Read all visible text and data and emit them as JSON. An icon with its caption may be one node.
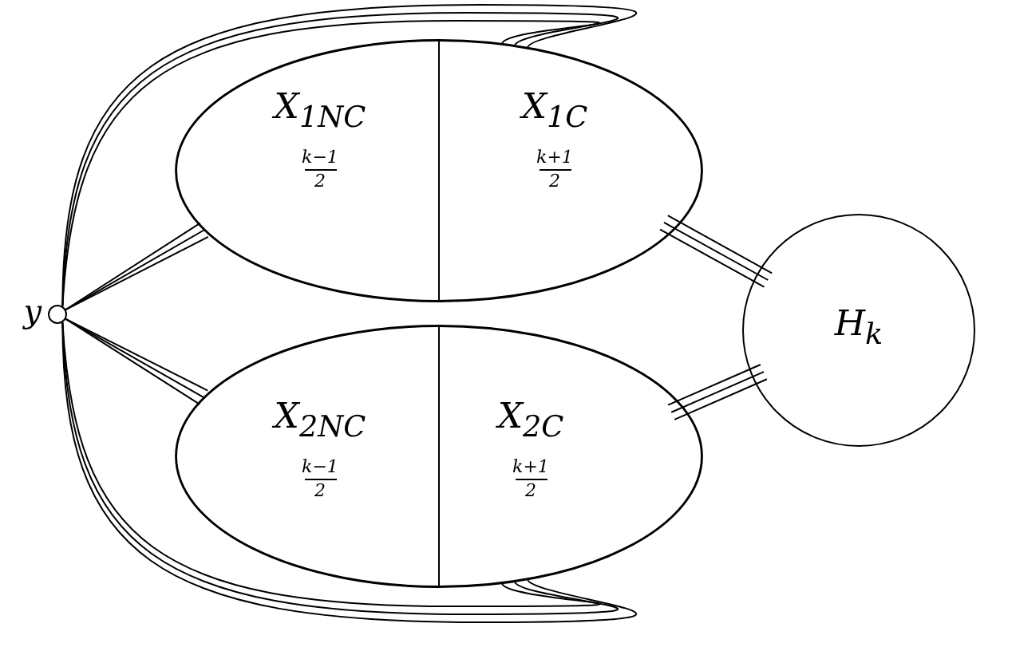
{
  "diagram": {
    "nodes": [
      {
        "text": [],
        "shape": "circle",
        "beside": [
          "y"
        ]
      },
      {
        "text": [],
        "shape": "ellipse"
      },
      {
        "text": [
          "X$_{1NC}$",
          "k−1",
          "2"
        ],
        "in": 1
      },
      {
        "text": [
          "X$_{1C}$",
          "k+1",
          "2"
        ],
        "in": 1
      },
      {
        "text": [],
        "shape": "ellipse"
      },
      {
        "text": [
          "X$_{2NC}$",
          "k−1",
          "2"
        ],
        "in": 4
      },
      {
        "text": [
          "X$_{2C}$",
          "k+1",
          "2"
        ],
        "in": 4
      },
      {
        "text": [
          "H$_{k}$"
        ]
      }
    ],
    "edges": [
      {
        "from": 0,
        "to": 2,
        "arrow": "none"
      },
      {
        "from": 0,
        "to": 2,
        "arrow": "none"
      },
      {
        "from": 0,
        "to": 2,
        "arrow": "none"
      },
      {
        "from": 0,
        "to": 3,
        "arrow": "none"
      },
      {
        "from": 0,
        "to": 3,
        "arrow": "none"
      },
      {
        "from": 0,
        "to": 3,
        "arrow": "none"
      },
      {
        "from": 0,
        "to": 5,
        "arrow": "none"
      },
      {
        "from": 0,
        "to": 5,
        "arrow": "none"
      },
      {
        "from": 0,
        "to": 5,
        "arrow": "none"
      },
      {
        "from": 0,
        "to": 6,
        "arrow": "none"
      },
      {
        "from": 0,
        "to": 6,
        "arrow": "none"
      },
      {
        "from": 0,
        "to": 6,
        "arrow": "none"
      },
      {
        "from": 3,
        "to": 7,
        "arrow": "none"
      },
      {
        "from": 3,
        "to": 7,
        "arrow": "none"
      },
      {
        "from": 3,
        "to": 7,
        "arrow": "none"
      },
      {
        "from": 6,
        "to": 7,
        "arrow": "none"
      },
      {
        "from": 6,
        "to": 7,
        "arrow": "none"
      },
      {
        "from": 6,
        "to": 7,
        "arrow": "none"
      }
    ]
  }
}
